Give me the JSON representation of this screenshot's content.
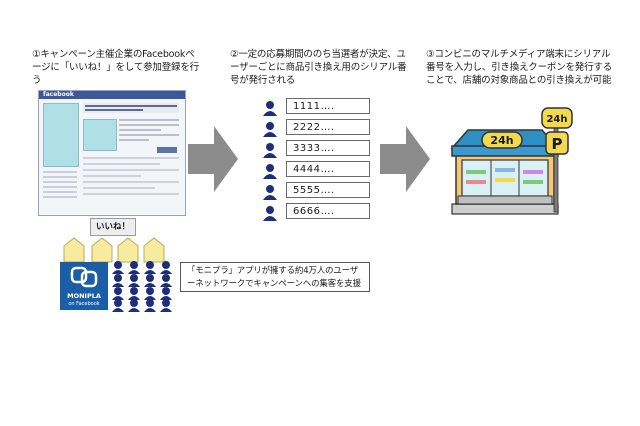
{
  "steps": {
    "step1": "①キャンペーン主催企業のFacebookページに「いいね！」をして参加登録を行う",
    "step2": "②一定の応募期間ののち当選者が決定、ユーザーごとに商品引き換え用のシリアル番号が発行される",
    "step3": "③コンビニのマルチメディア端末にシリアル番号を入力し、引き換えクーポンを発行することで、店舗の対象商品との引き換えが可能"
  },
  "facebook_mock": {
    "logo": "facebook"
  },
  "like_button": "いいね！",
  "serials": [
    "1111….",
    "2222….",
    "3333….",
    "4444….",
    "5555….",
    "6666…."
  ],
  "store": {
    "sign_24h": "24h",
    "pole_24h": "24h",
    "pole_p": "P"
  },
  "monipla": {
    "name": "MONIPLA",
    "sub": "on Facebook"
  },
  "callout": "「モニプラ」アプリが擁する約4万人のユーザーネットワークでキャンペーンへの集客を支援",
  "colors": {
    "arrow": "#8c8c8c",
    "person": "#1d2f7a",
    "house": "#f7eba0",
    "monipla_bg": "#1b5ea8",
    "store_roof": "#2e8fc4",
    "store_sign": "#f2d94e",
    "store_body": "#f4c978"
  }
}
